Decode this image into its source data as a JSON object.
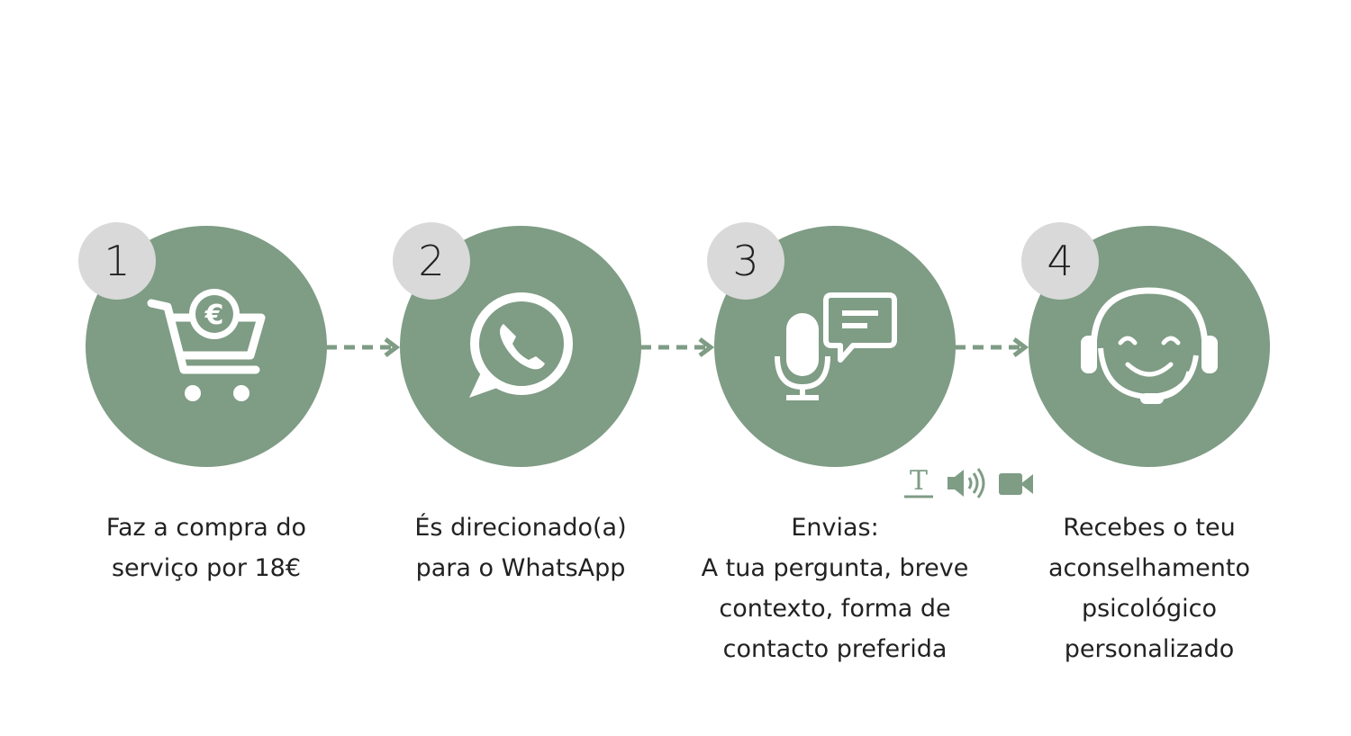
{
  "colors": {
    "accent": "#7f9c85",
    "badge": "#d9d9d9",
    "text": "#222222"
  },
  "steps": [
    {
      "number": "1",
      "icon": "cart-euro-icon",
      "lines": [
        "Faz a compra do",
        "serviço por 18€"
      ]
    },
    {
      "number": "2",
      "icon": "whatsapp-icon",
      "lines": [
        "És direcionado(a)",
        "para o WhatsApp"
      ]
    },
    {
      "number": "3",
      "icon": "microphone-chat-icon",
      "lines": [
        "Envias:",
        "A tua pergunta, breve",
        "contexto, forma de",
        "contacto preferida"
      ]
    },
    {
      "number": "4",
      "icon": "headset-smile-icon",
      "lines": [
        "Recebes o teu",
        "aconselhamento",
        "psicológico",
        "personalizado"
      ]
    }
  ],
  "contact_channels": [
    "text-icon",
    "audio-icon",
    "video-icon"
  ]
}
